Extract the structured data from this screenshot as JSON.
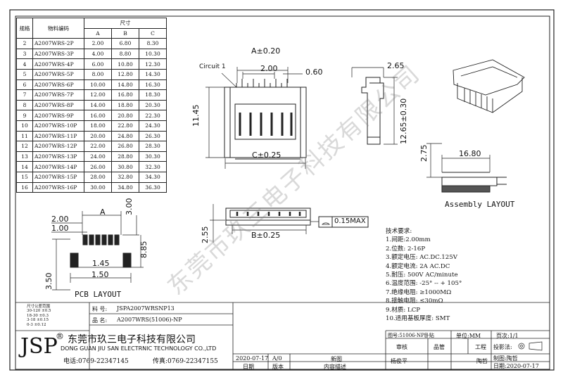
{
  "table": {
    "headers": {
      "spec": "规格",
      "part": "物料编码",
      "size": "尺寸",
      "a": "A",
      "b": "B",
      "c": "C"
    },
    "rows": [
      [
        "2",
        "A2007WRS-2P",
        "2.00",
        "6.80",
        "8.30"
      ],
      [
        "3",
        "A2007WRS-3P",
        "4.00",
        "8.80",
        "10.30"
      ],
      [
        "4",
        "A2007WRS-4P",
        "6.00",
        "10.80",
        "12.30"
      ],
      [
        "5",
        "A2007WRS-5P",
        "8.00",
        "12.80",
        "14.30"
      ],
      [
        "6",
        "A2007WRS-6P",
        "10.00",
        "14.80",
        "16.30"
      ],
      [
        "7",
        "A2007WRS-7P",
        "12.00",
        "16.80",
        "18.30"
      ],
      [
        "8",
        "A2007WRS-8P",
        "14.00",
        "18.80",
        "20.30"
      ],
      [
        "9",
        "A2007WRS-9P",
        "16.00",
        "20.80",
        "22.30"
      ],
      [
        "10",
        "A2007WRS-10P",
        "18.00",
        "22.80",
        "24.30"
      ],
      [
        "11",
        "A2007WRS-11P",
        "20.00",
        "24.80",
        "26.30"
      ],
      [
        "12",
        "A2007WRS-12P",
        "22.00",
        "26.80",
        "28.30"
      ],
      [
        "13",
        "A2007WRS-13P",
        "24.00",
        "28.80",
        "30.30"
      ],
      [
        "14",
        "A2007WRS-14P",
        "26.00",
        "30.80",
        "32.30"
      ],
      [
        "15",
        "A2007WRS-15P",
        "28.00",
        "32.80",
        "34.30"
      ],
      [
        "16",
        "A2007WRS-16P",
        "30.00",
        "34.80",
        "36.30"
      ]
    ]
  },
  "drawing": {
    "a_tol": "A±0.20",
    "pitch": "2.00",
    "pin_w": "0.60",
    "circuit": "Circuit 1",
    "height": "11.45",
    "c_tol": "C±0.25",
    "side_w": "2.65",
    "side_h": "12.65±0.30",
    "asm_h": "2.75",
    "asm_w": "16.80",
    "asm_title": "Assembly LAYOUT",
    "b_tol": "B±0.25",
    "side2_h": "2.55",
    "flatness": "0.15MAX",
    "pcb_a": "A",
    "pcb_200": "2.00",
    "pcb_100": "1.00",
    "pcb_300": "3.00",
    "pcb_885": "8.85",
    "pcb_145": "1.45",
    "pcb_150": "1.50",
    "pcb_350": "3.50",
    "pcb_title": "PCB LAYOUT"
  },
  "notes": {
    "title": "技术要求:",
    "items": [
      "1.间距:2.00mm",
      "2.位数: 2-16P",
      "3.额定电压: AC.DC.125V",
      "4.额定电流: 2A AC.DC",
      "5.耐压: 500V AC/minute",
      "6.温度范围: -25° -- + 105°",
      "7.绝缘电阻: ≥1000MΩ",
      "8.接触电阻: ≤30mΩ",
      "9.材质: LCP",
      "10.适用基板厚度: SMT"
    ]
  },
  "watermark": "东莞市玖三电子科技有限公司",
  "titleblock": {
    "tol_lines": [
      "尺寸公差范围",
      "30-120  ±0.5",
      "18-30  ±0.3",
      "3-18  ±0.15",
      "0-3  ±0.12"
    ],
    "part_label": "料  号:",
    "part_no": "JSPA2007WRSNP13",
    "name_label": "品  名:",
    "name": "A2007WRS(51006)-NP",
    "logo": "JSP",
    "reg": "®",
    "company_cn": "东莞市玖三电子科技有限公司",
    "company_en": "DONG GUAN JIU SAN ELECTRNIC TECHNOLOGY CO.,LTD",
    "phone": "电话:0769-22347145",
    "fax": "传真:0769-22347155",
    "drawing_no": "图号:51006-NP卧贴",
    "unit": "单位:MM",
    "page": "页次:1/1",
    "review": "审核",
    "manager": "品管",
    "eng": "工程",
    "projection": "投影法:",
    "drafter_label": "制图:陶哲",
    "approver": "杨俊平",
    "drafter": "陶哲",
    "date_label": "日期:2020-07-17",
    "rev_date": "2020-07-17",
    "rev_ver": "A/0",
    "rev_desc": "新图",
    "col_date": "日期",
    "col_ver": "版本",
    "col_desc": "内容描述"
  }
}
